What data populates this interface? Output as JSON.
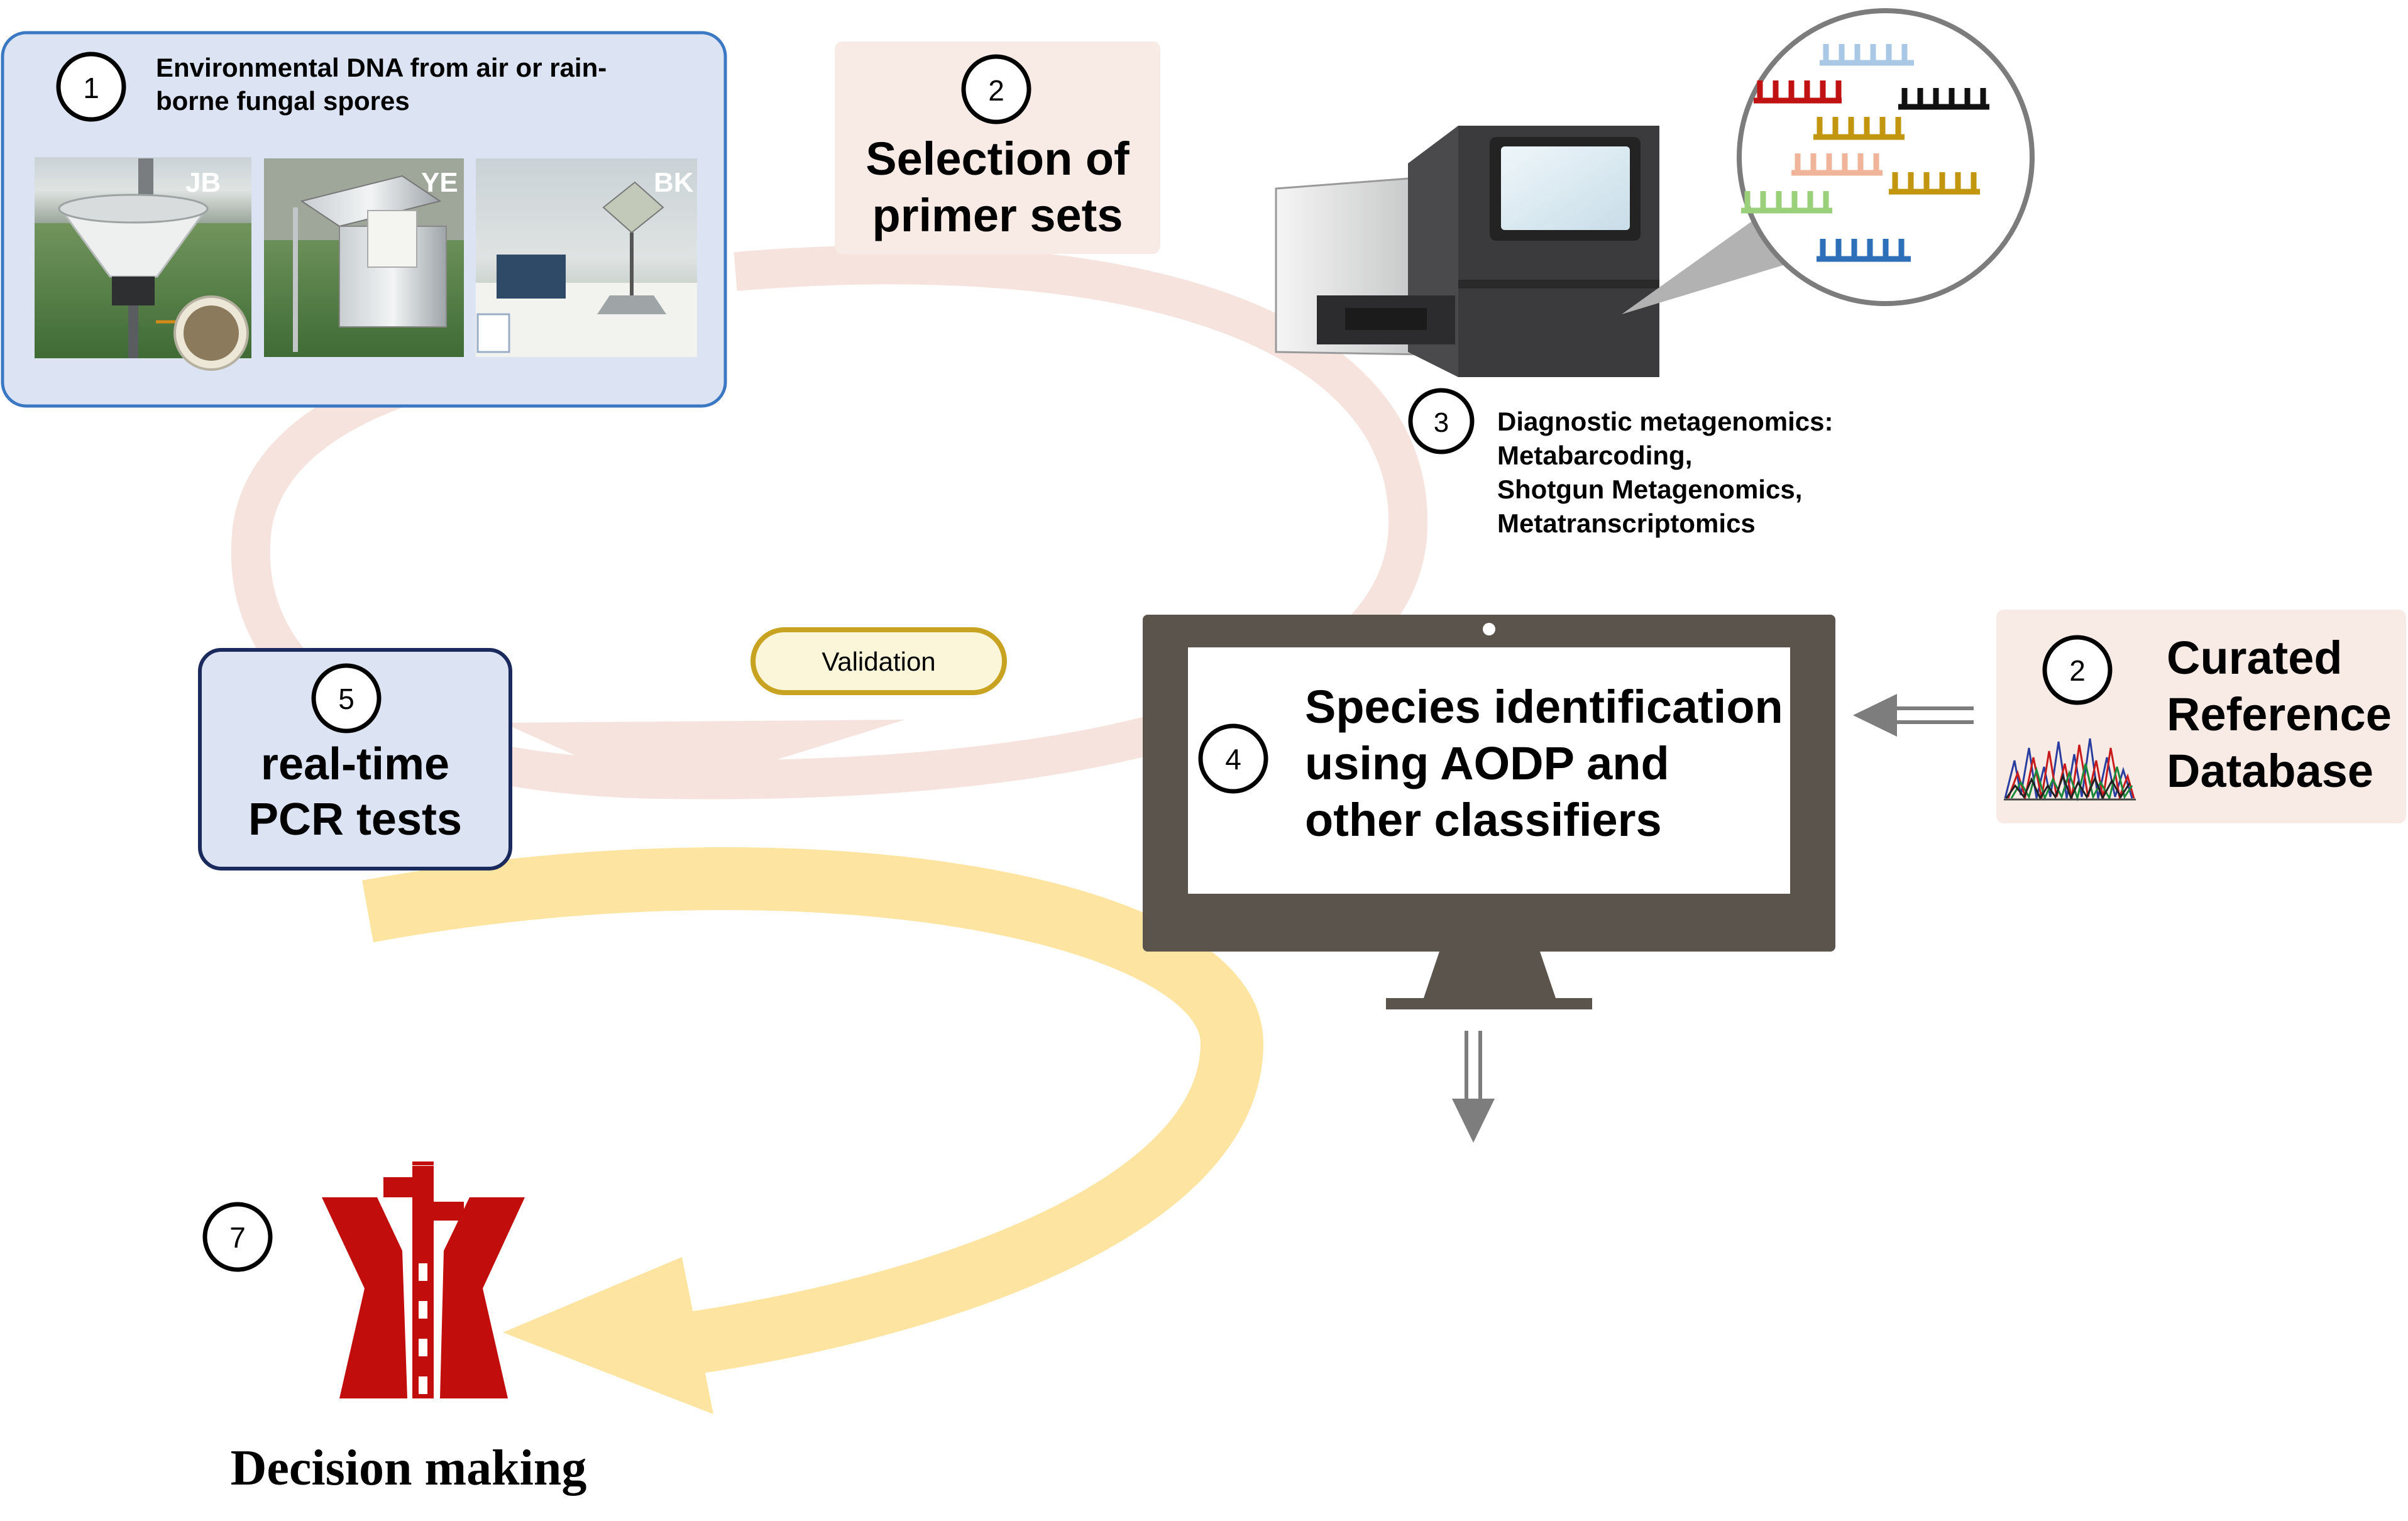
{
  "steps": {
    "step1": {
      "number": "1",
      "text_line1": "Environmental DNA from air or rain-",
      "text_line2": "borne fungal spores",
      "photo_labels": [
        "JB",
        "YE",
        "BK"
      ]
    },
    "step2_primers": {
      "number": "2",
      "text_line1": "Selection of",
      "text_line2": "primer sets"
    },
    "step3": {
      "number": "3",
      "text_lines": [
        "Diagnostic metagenomics:",
        "Metabarcoding,",
        "Shotgun Metagenomics,",
        "Metatranscriptomics"
      ]
    },
    "step2_database": {
      "number": "2",
      "text_lines": [
        "Curated",
        "Reference",
        "Database"
      ]
    },
    "step4": {
      "number": "4",
      "text_lines": [
        "Species identification",
        "using AODP and",
        "other classifiers"
      ]
    },
    "step5": {
      "number": "5",
      "text_line1": "real-time",
      "text_line2": "PCR tests"
    },
    "validation": {
      "label": "Validation"
    },
    "step7": {
      "number": "7",
      "label": "Decision making"
    }
  },
  "colors": {
    "box_blue_fill": "#dce3f3",
    "box_blue_border": "#3a78c4",
    "box_navy_border": "#1b2a5c",
    "box_peach_fill": "#f8ebe6",
    "loop_peach": "#f6e3dd",
    "loop_yellow": "#fde5a1",
    "validation_fill": "#fbf6d9",
    "validation_border": "#c8a321",
    "monitor": "#5a544d",
    "decision_red": "#c20d0d"
  },
  "icons": {
    "sequencer": "sequencer-icon",
    "dna_reads": "dna-reads-icon",
    "chromatogram": "chromatogram-icon",
    "monitor": "monitor-icon",
    "decision": "road-fork-icon"
  }
}
